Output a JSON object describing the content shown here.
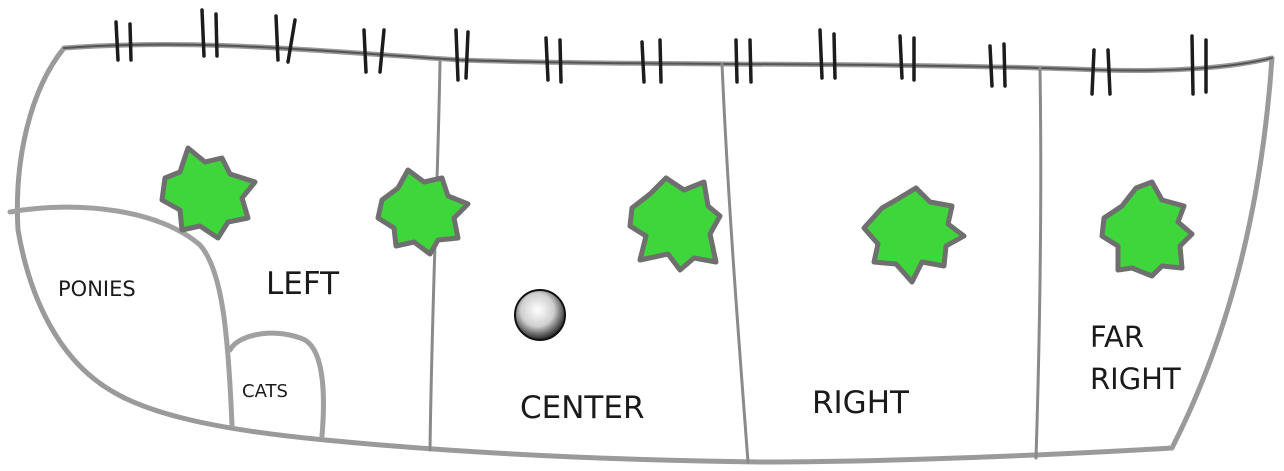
{
  "diagram": {
    "zones": [
      {
        "id": "ponies",
        "label": "PONIES"
      },
      {
        "id": "cats",
        "label": "CATS"
      },
      {
        "id": "left",
        "label": "LEFT"
      },
      {
        "id": "center",
        "label": "CENTER"
      },
      {
        "id": "right",
        "label": "RIGHT"
      },
      {
        "id": "far_right",
        "label": "FAR\nRIGHT"
      }
    ],
    "colors": {
      "outline": "#8a8a8a",
      "outline_dark": "#555555",
      "tick": "#1c1c1c",
      "bush": "#3fd63c",
      "bush_edge": "#6f6f6f",
      "ball": "#9a9a9a"
    },
    "icons": [
      "tree-icon",
      "ball-icon"
    ]
  }
}
